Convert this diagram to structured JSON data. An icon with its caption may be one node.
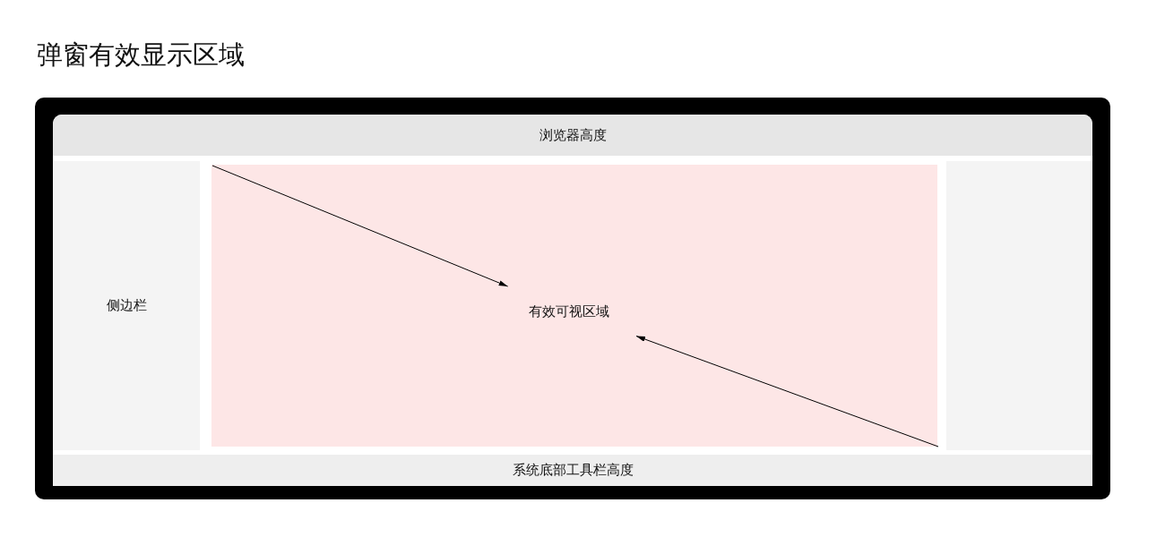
{
  "diagram": {
    "title": "弹窗有效显示区域",
    "nodes": [
      {
        "text": [],
        "shape": "box"
      },
      {
        "text": [
          "浏览器高度"
        ],
        "in": 0
      },
      {
        "text": [
          "侧边栏"
        ],
        "in": 0
      },
      {
        "text": [],
        "shape": "box",
        "in": 0
      },
      {
        "text": [
          "有效可视区域"
        ],
        "in": 3
      },
      {
        "text": [],
        "shape": "box",
        "in": 0
      },
      {
        "text": [
          "系统底部工具栏高度"
        ],
        "in": 0
      }
    ],
    "edges": [
      {
        "from": 3,
        "to": 4,
        "arrow": "to"
      },
      {
        "from": 3,
        "to": 4,
        "arrow": "to"
      }
    ]
  }
}
